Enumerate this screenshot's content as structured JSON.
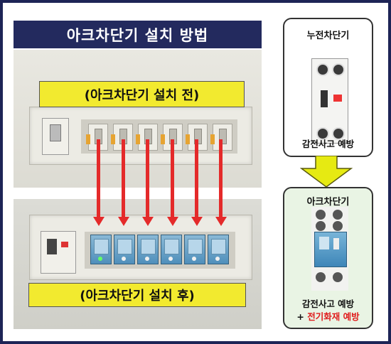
{
  "title": "아크차단기 설치 방법",
  "before": {
    "label": "(아크차단기 설치 전)"
  },
  "after": {
    "label": "(아크차단기 설치 후)"
  },
  "elb_card": {
    "title": "누전차단기",
    "caption": "감전사고 예방"
  },
  "afci_card": {
    "title": "아크차단기",
    "caption_line1": "감전사고 예방",
    "caption_plus": "+",
    "caption_line2": "전기화재 예방"
  },
  "colors": {
    "frame": "#1d2456",
    "title_bg": "#232a5e",
    "label_bg": "#f2ea2f",
    "arrow_red": "#e42a2a",
    "card_bg_green": "#e9f4e4",
    "flow_arrow": "#e6ea12",
    "warning_text": "#e01b1b"
  },
  "icons": [
    "breaker-panel-photo",
    "arc-fault-breaker-icon",
    "earth-leakage-breaker-icon",
    "down-arrow-icon"
  ]
}
